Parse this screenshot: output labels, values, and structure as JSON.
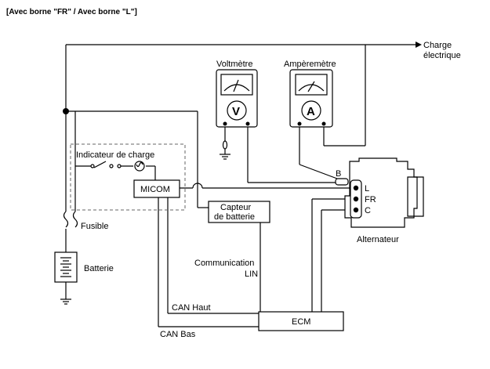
{
  "header": {
    "title": "[Avec borne \"FR\" / Avec borne \"L\"]"
  },
  "labels": {
    "charge_line1": "Charge",
    "charge_line2": "électrique",
    "voltmeter": "Voltmètre",
    "ammeter": "Ampèremètre",
    "v_symbol": "V",
    "a_symbol": "A",
    "charge_indicator": "Indicateur de charge",
    "micom": "MICOM",
    "battery_sensor_line1": "Capteur",
    "battery_sensor_line2": "de batterie",
    "fuse": "Fusible",
    "battery": "Batterie",
    "lin_line1": "Communication",
    "lin_line2": "LIN",
    "can_high": "CAN Haut",
    "can_low": "CAN Bas",
    "ecm": "ECM",
    "alternator": "Alternateur",
    "terminal_b": "B",
    "terminal_l": "L",
    "terminal_fr": "FR",
    "terminal_c": "C"
  }
}
